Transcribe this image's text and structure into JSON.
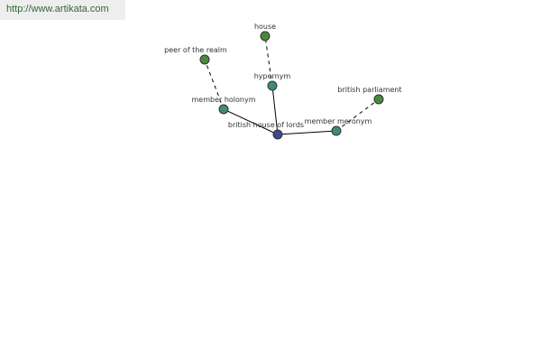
{
  "banner": {
    "url": "http://www.artikata.com"
  },
  "graph": {
    "center": {
      "label": "british house of lords",
      "color": "#3a4a8c"
    },
    "relations": {
      "hypernym": {
        "label": "hypernym",
        "color": "#3f8a7e",
        "target": {
          "label": "house",
          "color": "#4a8a3c"
        }
      },
      "member_holonym": {
        "label": "member holonym",
        "color": "#3f8a7e",
        "target": {
          "label": "peer of the realm",
          "color": "#4a8a3c"
        }
      },
      "member_meronym": {
        "label": "member meronym",
        "color": "#3f8a7e",
        "target": {
          "label": "british parliament",
          "color": "#4a8a3c"
        }
      }
    }
  }
}
